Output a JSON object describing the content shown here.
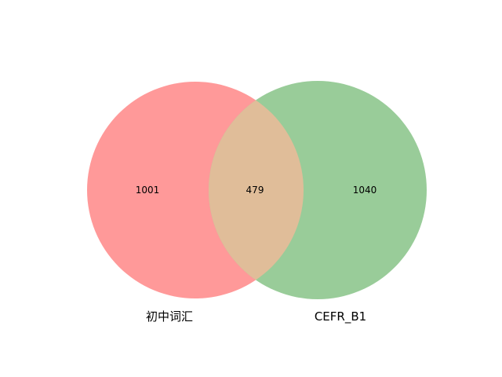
{
  "venn": {
    "sets": [
      {
        "label": "初中词汇",
        "color": "#ff9999"
      },
      {
        "label": "CEFR_B1",
        "color": "#99cc99"
      }
    ],
    "regions": {
      "only_a": "1001",
      "both": "479",
      "only_b": "1040"
    },
    "overlap_color": "#e0bd99"
  }
}
